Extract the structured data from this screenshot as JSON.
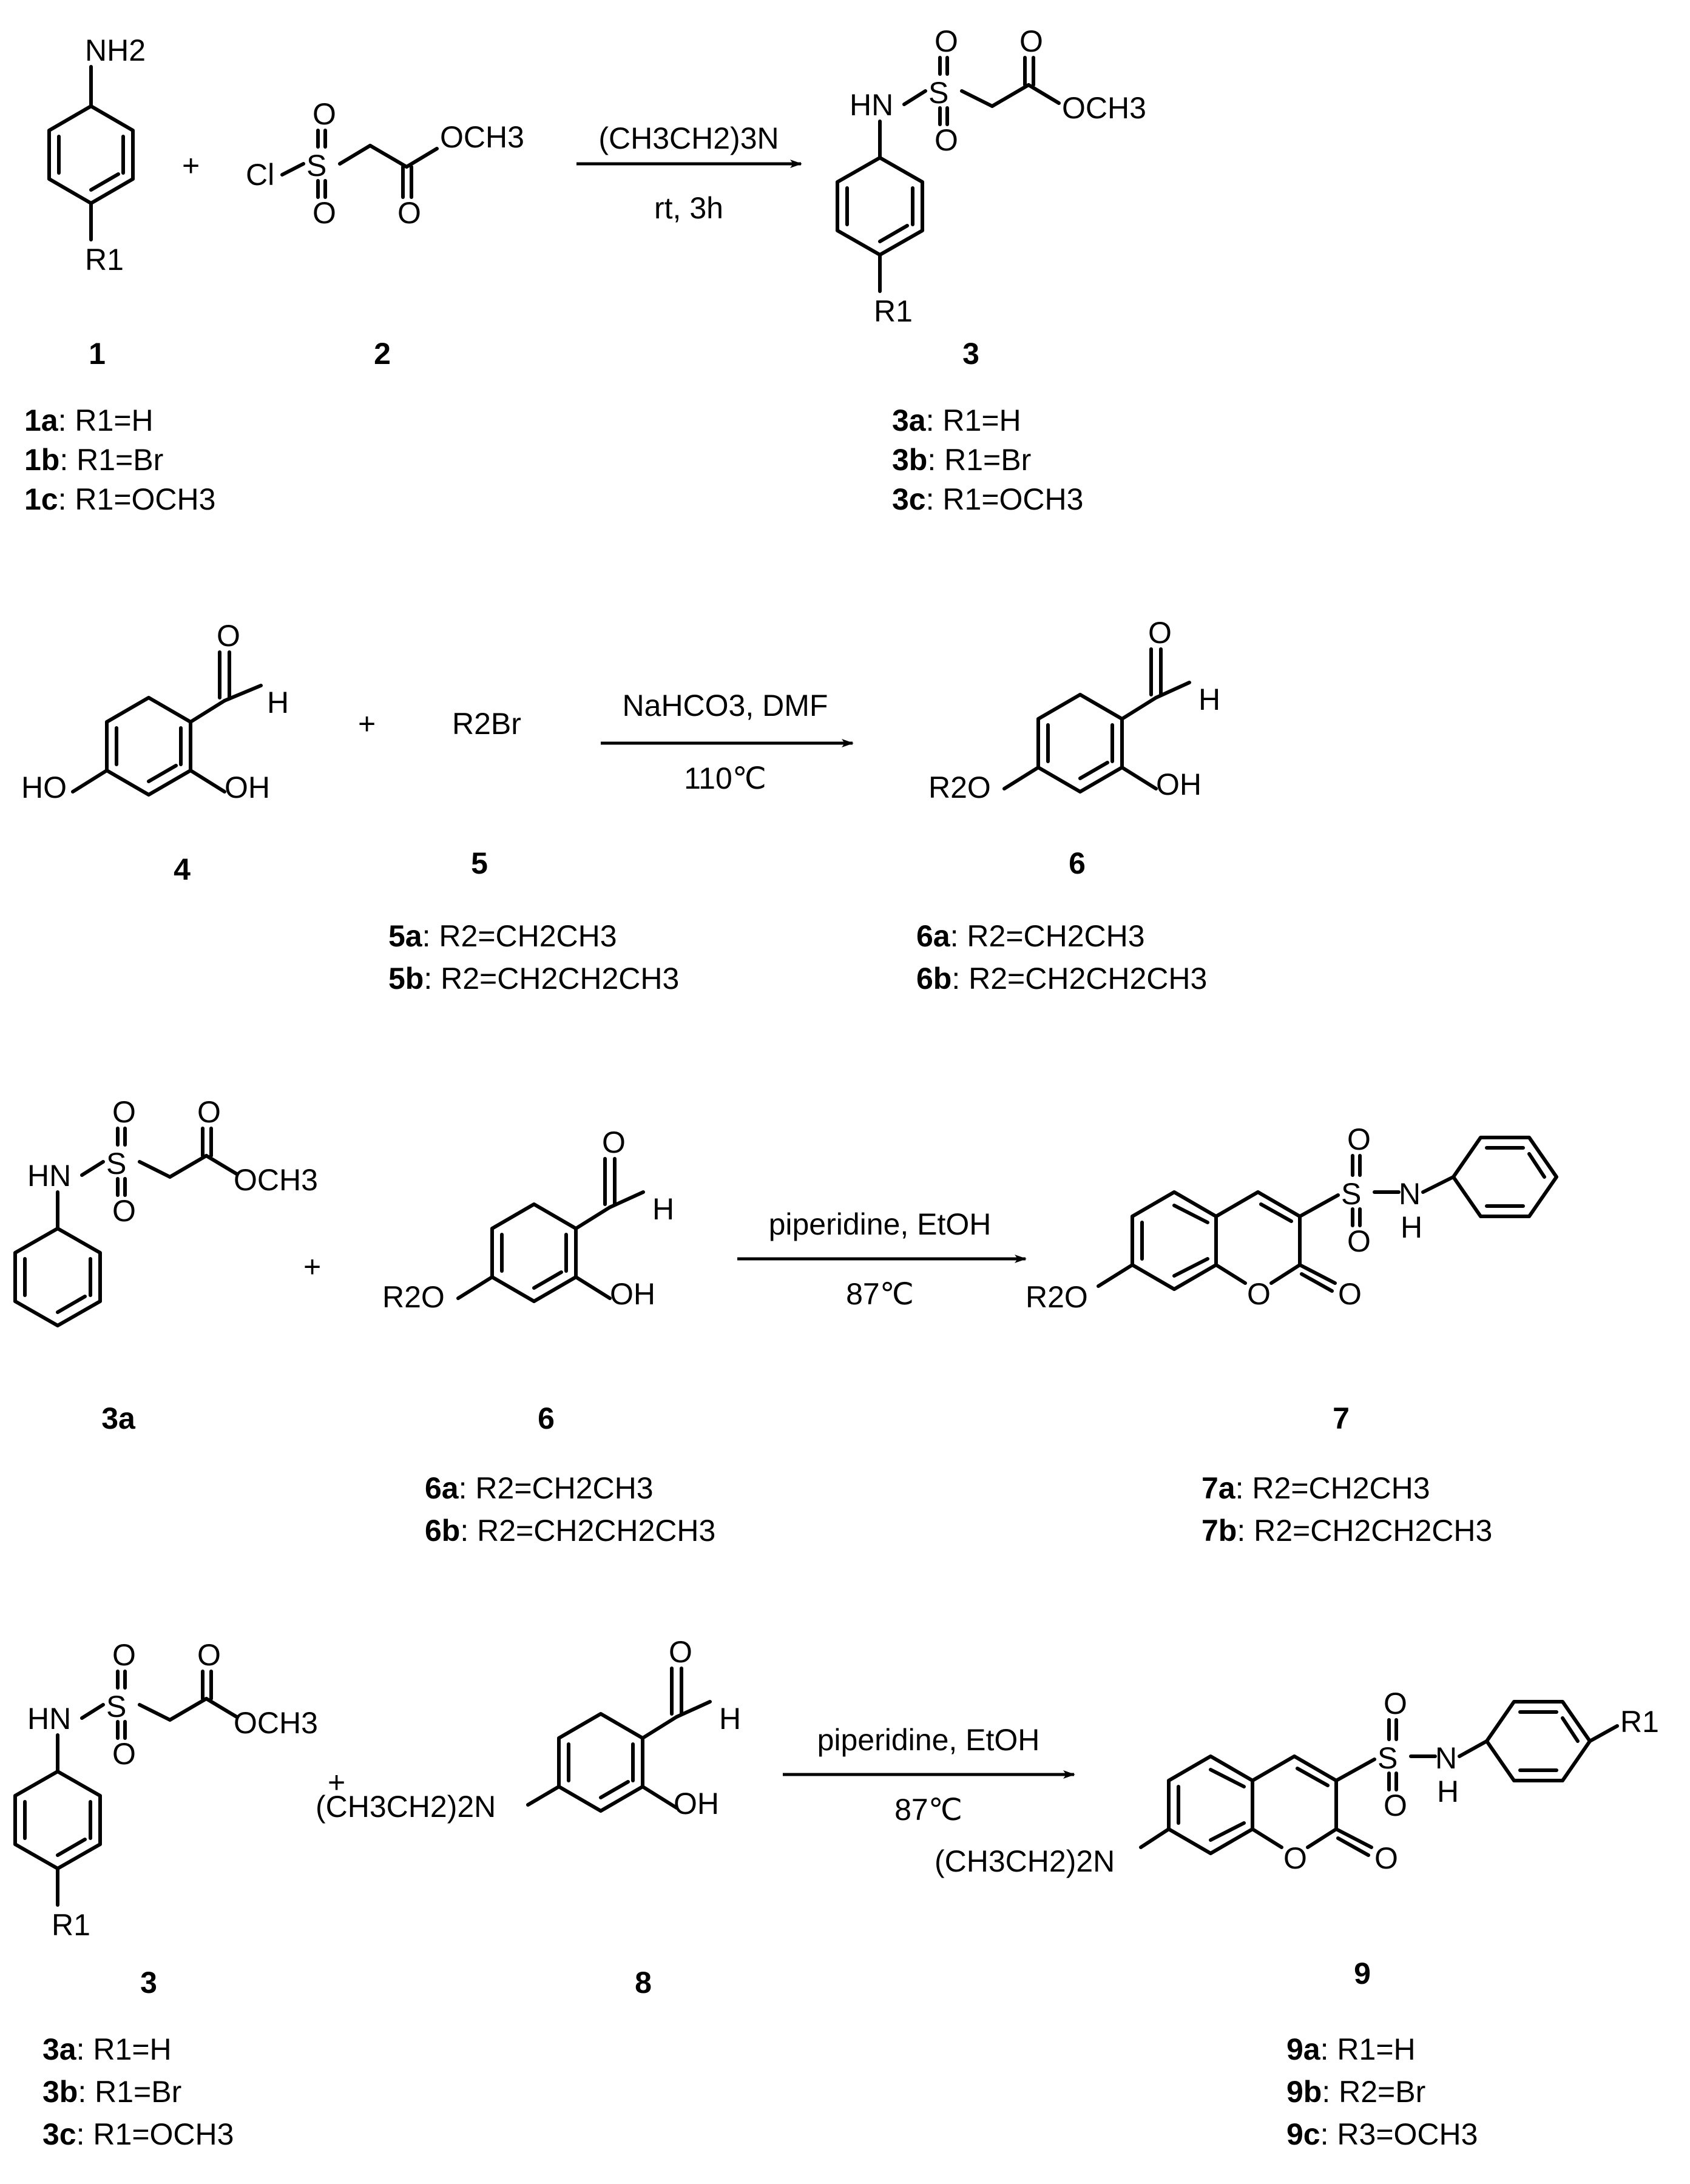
{
  "reactions": [
    {
      "reagent_top": "(CH3CH2)3N",
      "reagent_bottom": "rt, 3h",
      "compounds": [
        {
          "number": "1",
          "labels": [
            [
              "1a",
              ": R1=H"
            ],
            [
              "1b",
              ": R1=Br"
            ],
            [
              "1c",
              ": R1=OCH3"
            ]
          ]
        },
        {
          "number": "2",
          "labels": []
        },
        {
          "number": "3",
          "labels": [
            [
              "3a",
              ":  R1=H"
            ],
            [
              "3b",
              ":  R1=Br"
            ],
            [
              "3c",
              ":  R1=OCH3"
            ]
          ]
        }
      ]
    },
    {
      "reagent_top": "NaHCO3, DMF",
      "reagent_bottom": "110℃",
      "compounds": [
        {
          "number": "4",
          "labels": []
        },
        {
          "number": "5",
          "labels": [
            [
              "5a",
              ": R2=CH2CH3"
            ],
            [
              "5b",
              ": R2=CH2CH2CH3"
            ]
          ]
        },
        {
          "number": "6",
          "labels": [
            [
              "6a",
              ": R2=CH2CH3"
            ],
            [
              "6b",
              ": R2=CH2CH2CH3"
            ]
          ]
        }
      ]
    },
    {
      "reagent_top": "piperidine, EtOH",
      "reagent_bottom": "87℃",
      "compounds": [
        {
          "number": "3a",
          "labels": []
        },
        {
          "number": "6",
          "labels": [
            [
              "6a",
              ": R2=CH2CH3"
            ],
            [
              "6b",
              ": R2=CH2CH2CH3"
            ]
          ]
        },
        {
          "number": "7",
          "labels": [
            [
              "7a",
              ": R2=CH2CH3"
            ],
            [
              "7b",
              ": R2=CH2CH2CH3"
            ]
          ]
        }
      ]
    },
    {
      "reagent_top": "piperidine, EtOH",
      "reagent_bottom": "87℃",
      "compounds": [
        {
          "number": "3",
          "labels": [
            [
              "3a",
              ": R1=H"
            ],
            [
              "3b",
              ": R1=Br"
            ],
            [
              "3c",
              ": R1=OCH3"
            ]
          ]
        },
        {
          "number": "8",
          "labels": []
        },
        {
          "number": "9",
          "labels": [
            [
              "9a",
              ": R1=H"
            ],
            [
              "9b",
              ": R2=Br"
            ],
            [
              "9c",
              ": R3=OCH3"
            ]
          ]
        }
      ]
    }
  ],
  "atoms": {
    "nh2": "NH2",
    "r1": "R1",
    "r2": "R2",
    "r2o": "R2O",
    "r2br": "R2Br",
    "cl": "Cl",
    "s": "S",
    "o": "O",
    "och3": "OCH3",
    "hn": "HN",
    "nh": "N",
    "h": "H",
    "ho": "HO",
    "oh": "OH",
    "et2n": "(CH3CH2)2N",
    "plus": "+"
  }
}
